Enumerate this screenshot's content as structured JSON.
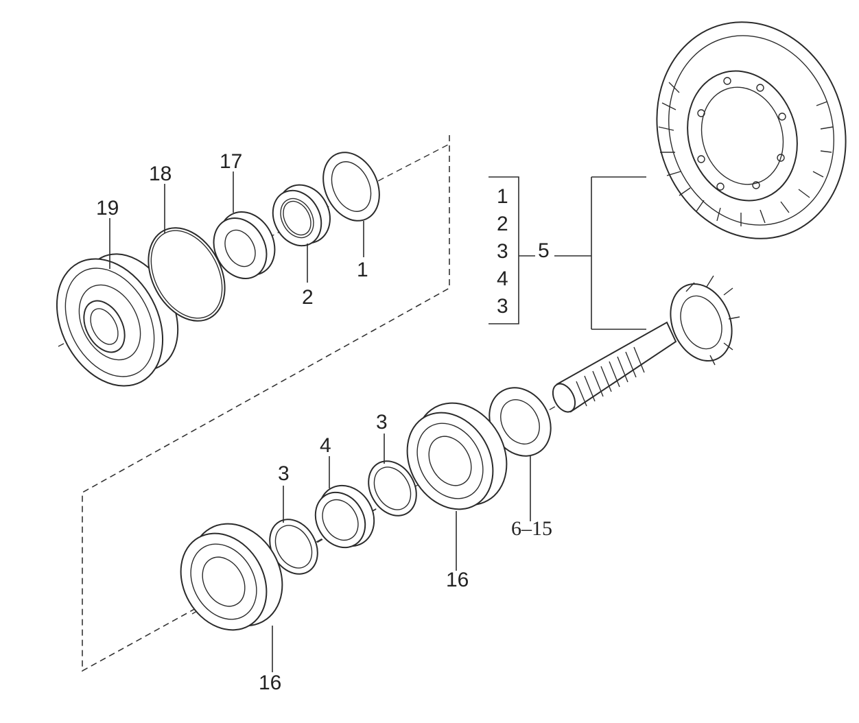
{
  "labels": {
    "p1": "1",
    "p2": "2",
    "p3a": "3",
    "p3b": "3",
    "p3c": "3",
    "p4": "4",
    "p5": "5",
    "p6_15": "6–15",
    "p16a": "16",
    "p16b": "16",
    "p17": "17",
    "p18": "18",
    "p19": "19"
  },
  "kit_list": [
    "1",
    "2",
    "3",
    "4",
    "3"
  ]
}
